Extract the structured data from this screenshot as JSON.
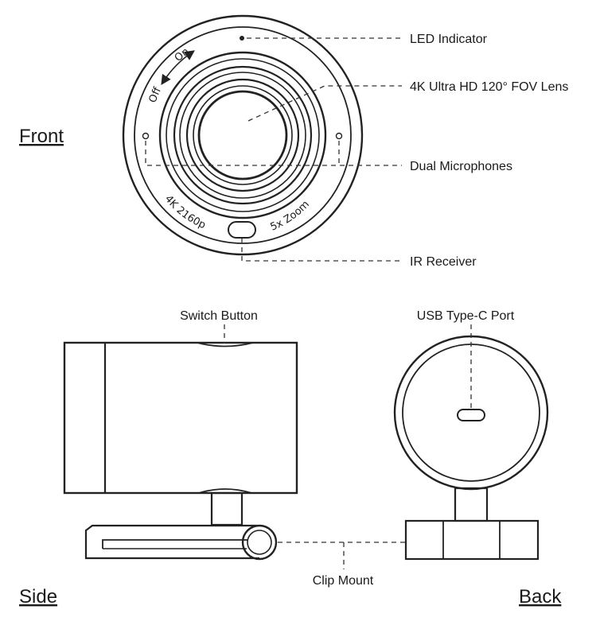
{
  "views": {
    "front": "Front",
    "side": "Side",
    "back": "Back"
  },
  "callouts": {
    "led": "LED Indicator",
    "lens": "4K Ultra HD 120° FOV Lens",
    "mics": "Dual Microphones",
    "ir": "IR Receiver",
    "switch": "Switch Button",
    "usb": "USB Type-C Port",
    "clip": "Clip Mount"
  },
  "markings": {
    "on": "On",
    "off": "Off",
    "resolution": "4K 2160p",
    "zoom": "5x Zoom"
  },
  "colors": {
    "line": "#222222",
    "text": "#1a1a1a",
    "background": "#ffffff"
  }
}
